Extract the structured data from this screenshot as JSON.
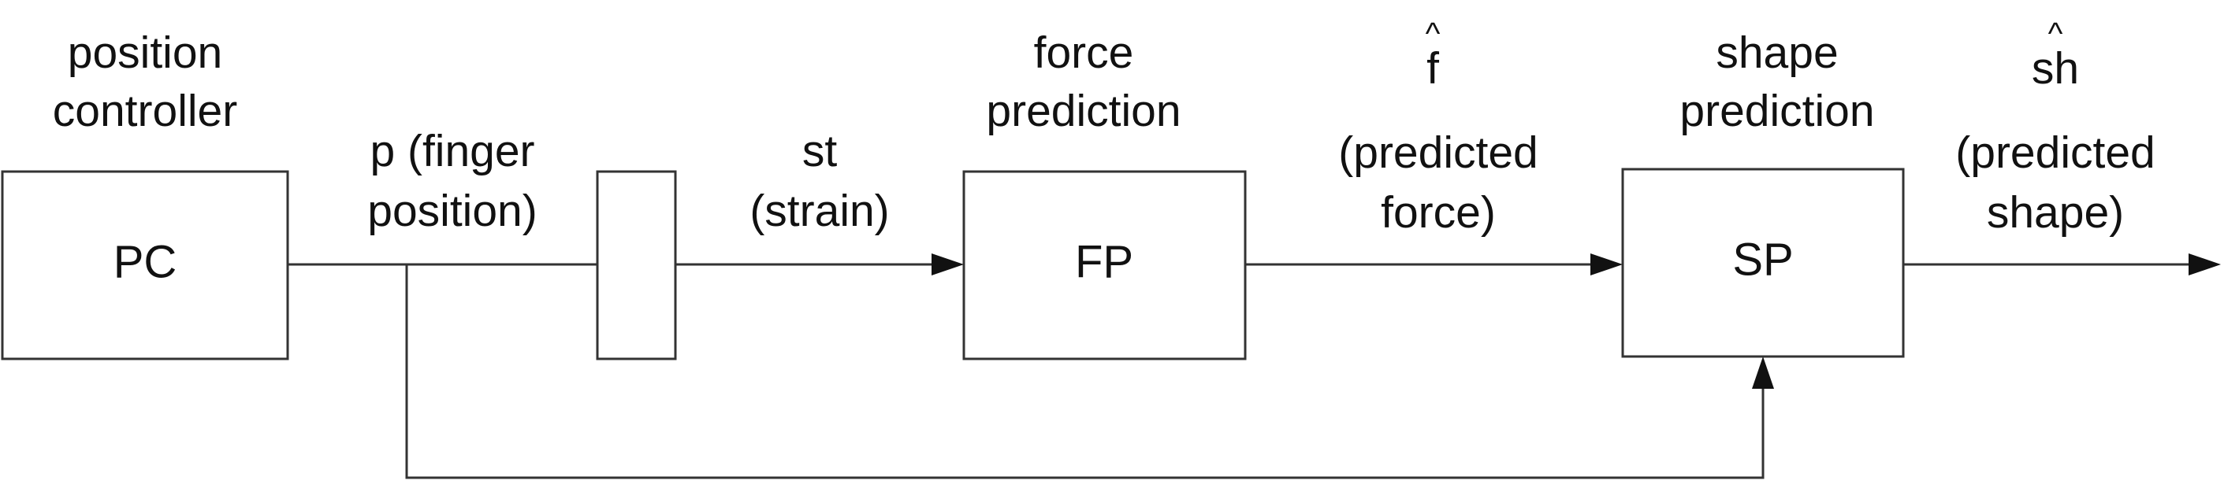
{
  "blocks": {
    "pc": "PC",
    "fp": "FP",
    "sp": "SP"
  },
  "captions": {
    "pc": [
      "position",
      "controller"
    ],
    "fp": [
      "force",
      "prediction"
    ],
    "sp": [
      "shape",
      "prediction"
    ]
  },
  "signals": {
    "p": [
      "p (finger",
      "position)"
    ],
    "st": [
      "st",
      "(strain)"
    ],
    "f": {
      "symbol": "f",
      "accent": "^",
      "lines": [
        "(predicted",
        "force)"
      ]
    },
    "sh": {
      "symbol": "sh",
      "accent": "^",
      "lines": [
        "(predicted",
        "shape)"
      ]
    }
  },
  "colors": {
    "stroke": "#333333",
    "text": "#111111",
    "background": "#ffffff"
  }
}
